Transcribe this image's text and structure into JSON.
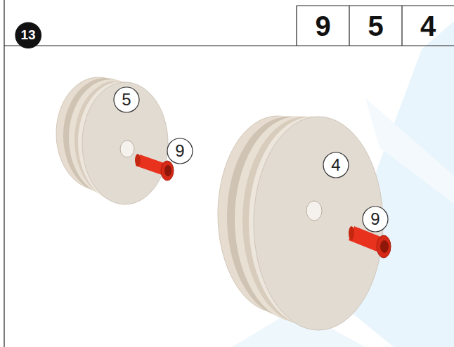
{
  "diagram": {
    "nodes": [
      {
        "text": [
          "13"
        ]
      },
      {
        "text": [
          "5"
        ]
      },
      {
        "text": [
          "9"
        ]
      },
      {
        "text": [
          "4"
        ]
      },
      {
        "text": [
          "9"
        ]
      }
    ],
    "labels": [
      "9",
      "5",
      "4"
    ]
  }
}
